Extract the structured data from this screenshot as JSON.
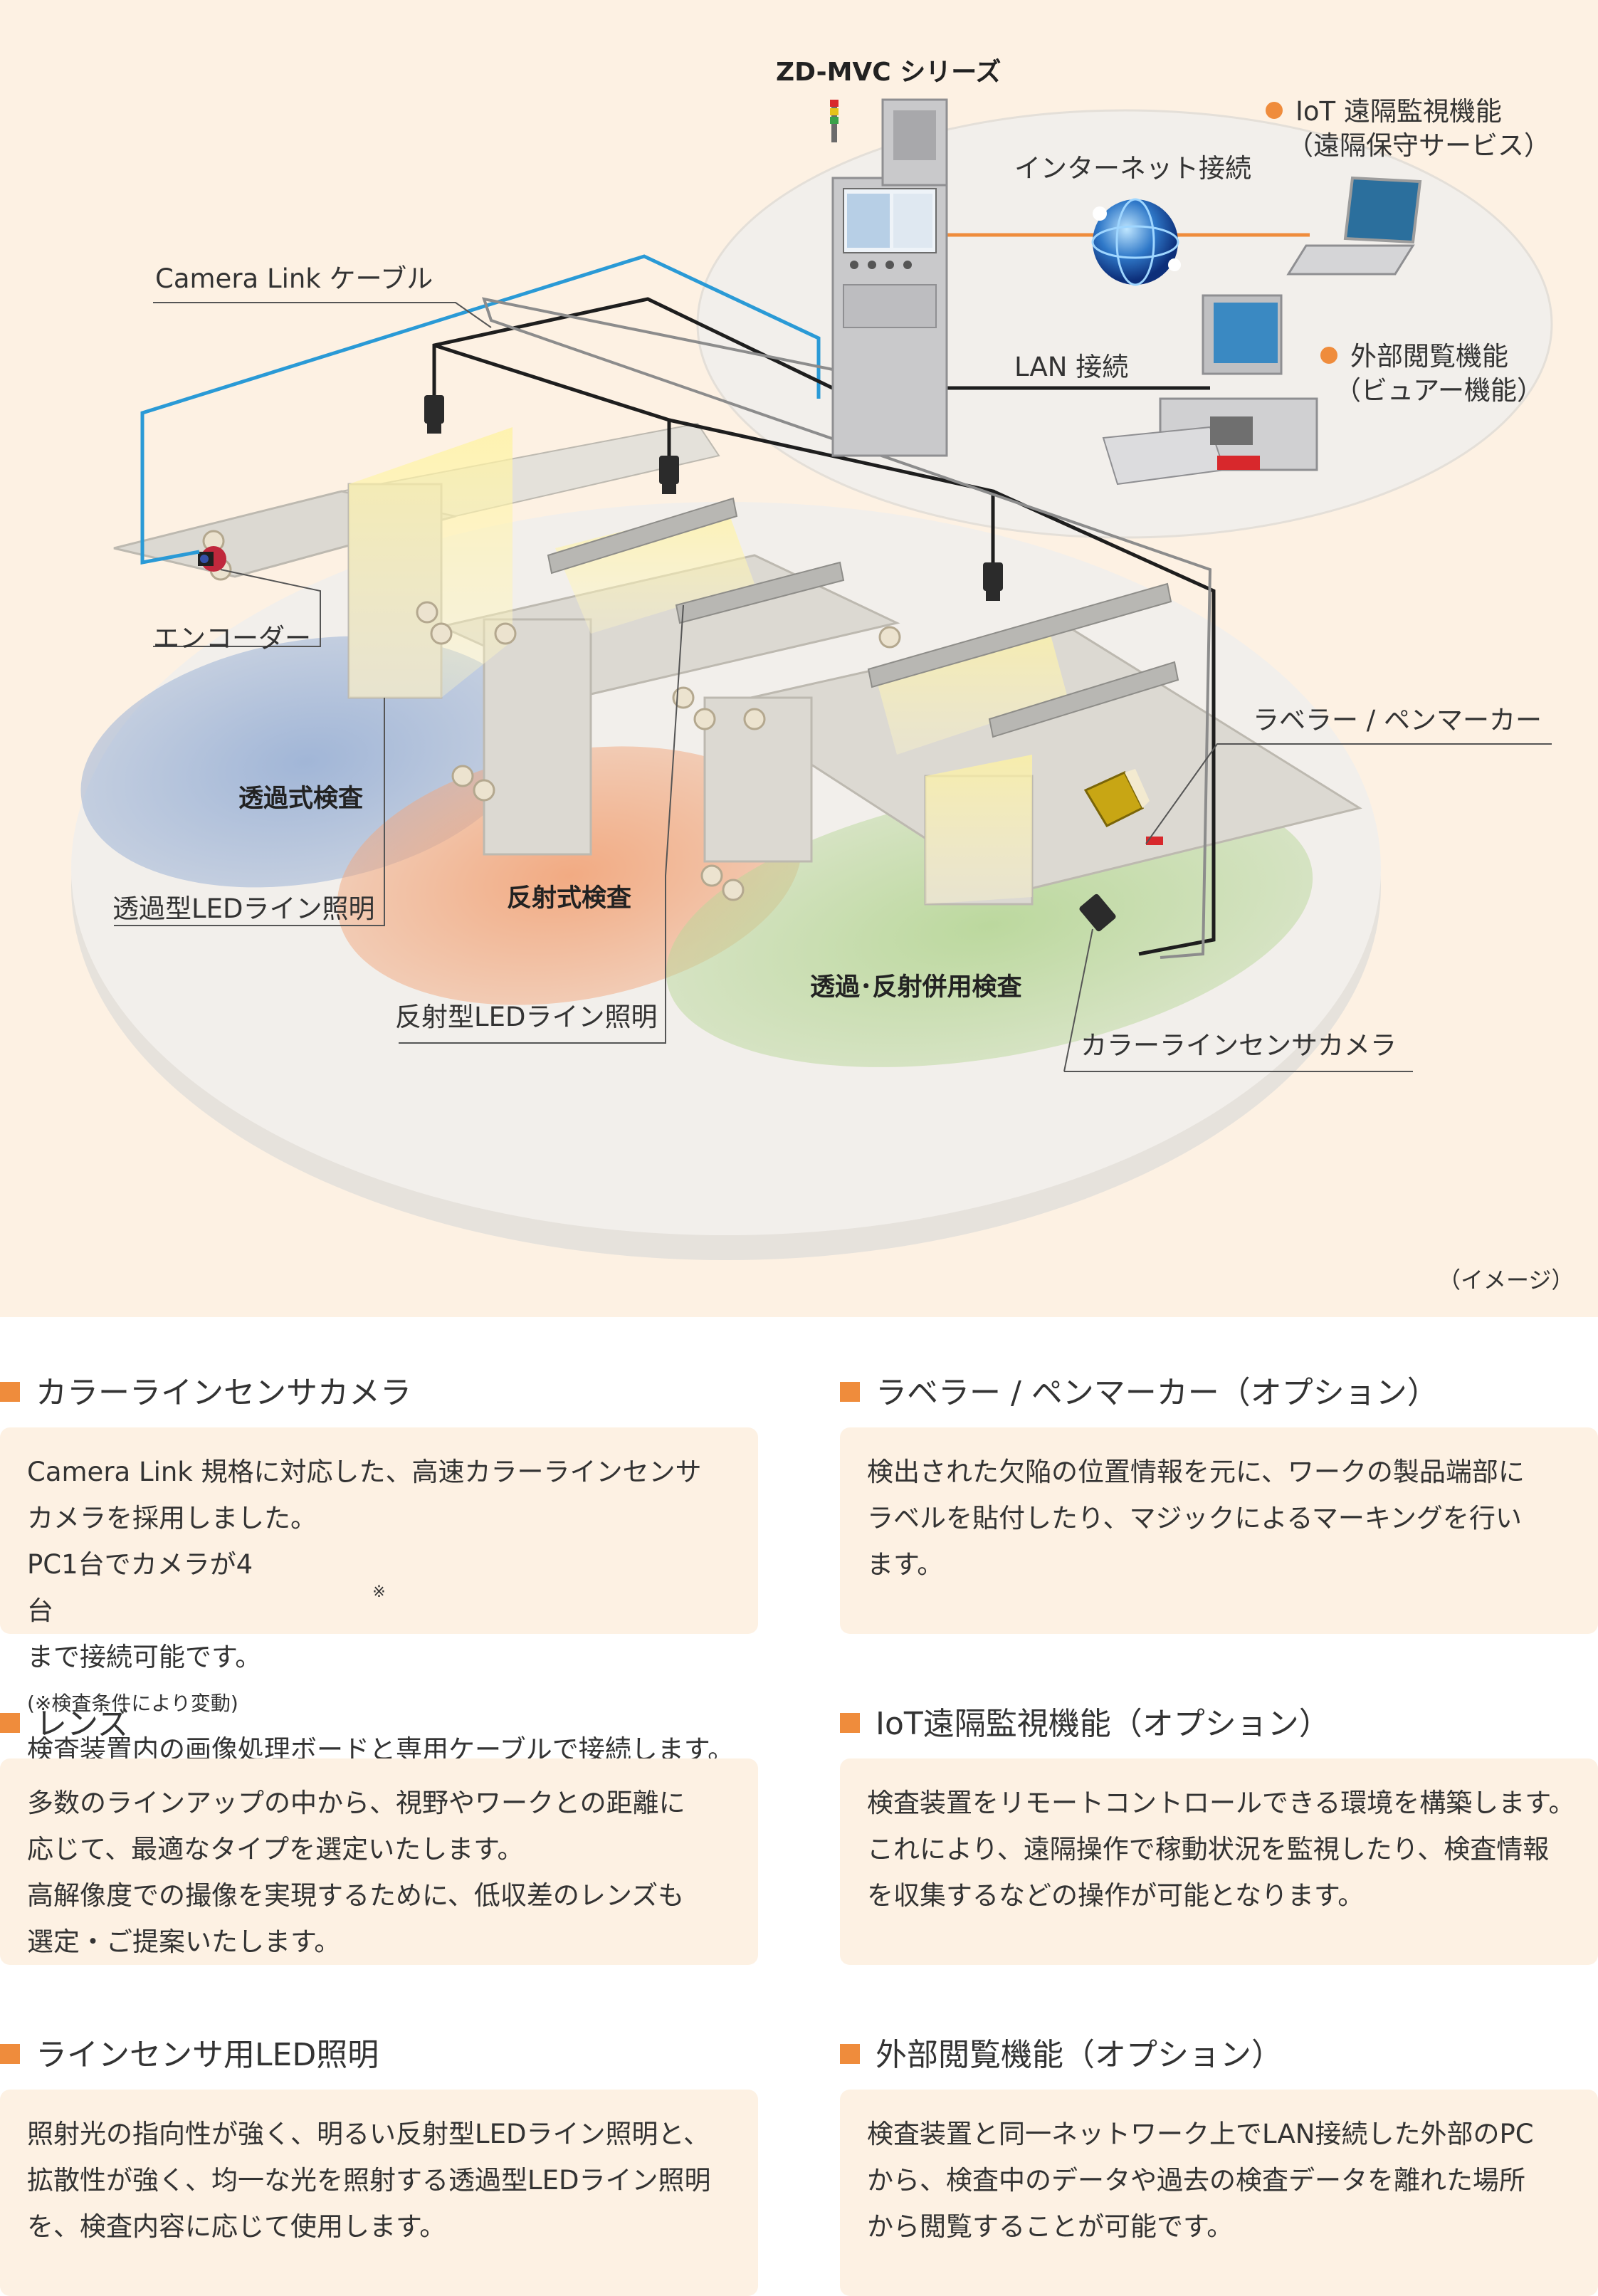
{
  "diagram": {
    "system_title": "ZD-MVC シリーズ",
    "labels": {
      "camera_link": "Camera Link ケーブル",
      "internet": "インターネット接続",
      "lan": "LAN 接続",
      "encoder": "エンコーダー",
      "labeler": "ラベラー / ペンマーカー",
      "transmissive_led": "透過型LEDライン照明",
      "reflective_led": "反射型LEDライン照明",
      "color_camera": "カラーラインセンサカメラ",
      "image_note": "（イメージ）"
    },
    "features": {
      "iot": [
        "IoT 遠隔監視機能",
        "（遠隔保守サービス）"
      ],
      "external": [
        "外部閲覧機能",
        "（ビュアー機能）"
      ]
    },
    "zones": {
      "transmissive": "透過式検査",
      "reflective": "反射式検査",
      "combined": "透過･反射併用検査"
    },
    "colors": {
      "accent": "#ef8c3c",
      "background": "#fdf1e3",
      "zone_blue": "#9db3d6",
      "zone_orange": "#f2a77d",
      "zone_green": "#b9d79a",
      "camera_link_cable": "#2a9ad6"
    }
  },
  "sections": {
    "camera": {
      "title": "カラーラインセンサカメラ",
      "lines": [
        "Camera Link 規格に対応した、高速カラーラインセンサ",
        "カメラを採用しました。"
      ],
      "line3_main_before": "PC1台でカメラが4",
      "line3_mark": "台",
      "line3_main_after": "まで接続可能です。",
      "line3_note": "(※検査条件により変動)",
      "line4": "検査装置内の画像処理ボードと専用ケーブルで接続します。"
    },
    "labeler": {
      "title": "ラベラー / ペンマーカー（オプション）",
      "lines": [
        "検出された欠陥の位置情報を元に、ワークの製品端部に",
        "ラベルを貼付したり、マジックによるマーキングを行い",
        "ます。"
      ]
    },
    "lens": {
      "title": "レンズ",
      "lines": [
        "多数のラインアップの中から、視野やワークとの距離に",
        "応じて、最適なタイプを選定いたします。",
        "高解像度での撮像を実現するために、低収差のレンズも",
        "選定・ご提案いたします。"
      ]
    },
    "iot": {
      "title": "IoT遠隔監視機能（オプション）",
      "lines": [
        "検査装置をリモートコントロールできる環境を構築します。",
        "これにより、遠隔操作で稼動状況を監視したり、検査情報",
        "を収集するなどの操作が可能となります。"
      ]
    },
    "led": {
      "title": "ラインセンサ用LED照明",
      "lines": [
        "照射光の指向性が強く、明るい反射型LEDライン照明と、",
        "拡散性が強く、均一な光を照射する透過型LEDライン照明",
        "を、検査内容に応じて使用します。"
      ]
    },
    "external": {
      "title": "外部閲覧機能（オプション）",
      "lines": [
        "検査装置と同一ネットワーク上でLAN接続した外部のPC",
        "から、検査中のデータや過去の検査データを離れた場所",
        "から閲覧することが可能です。"
      ]
    }
  }
}
